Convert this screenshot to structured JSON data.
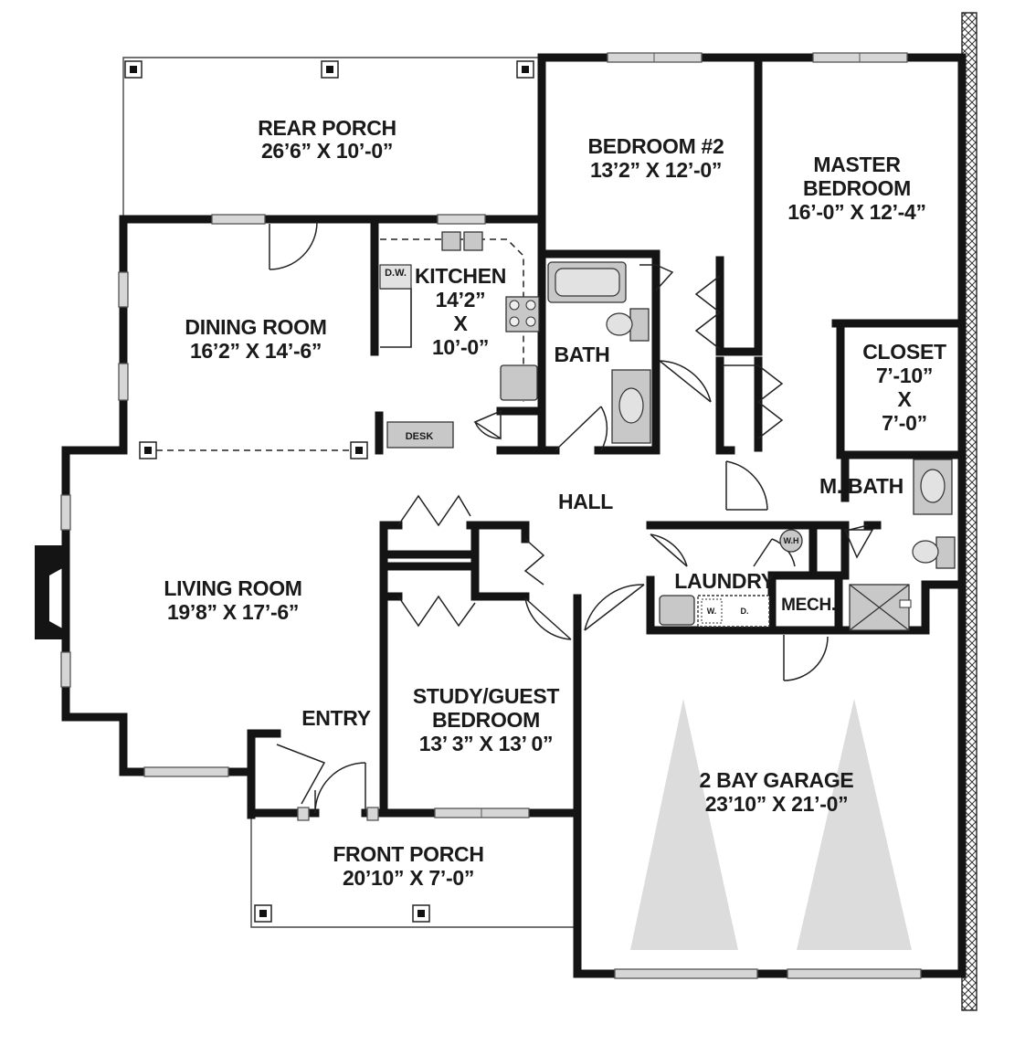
{
  "rooms": {
    "rear_porch": {
      "name": "REAR PORCH",
      "size": "26’6” X 10’-0”"
    },
    "bedroom2": {
      "name": "BEDROOM #2",
      "size": "13’2” X 12’-0”"
    },
    "master_bedroom": {
      "name1": "MASTER",
      "name2": "BEDROOM",
      "size": "16’-0” X 12’-4”"
    },
    "dining_room": {
      "name": "DINING ROOM",
      "size": "16’2” X 14’-6”"
    },
    "kitchen": {
      "name": "KITCHEN",
      "dim1": "14’2”",
      "x": "X",
      "dim2": "10’-0”"
    },
    "bath": {
      "name": "BATH"
    },
    "closet": {
      "name": "CLOSET",
      "dim1": "7’-10”",
      "x": "X",
      "dim2": "7’-0”"
    },
    "hall": {
      "name": "HALL"
    },
    "master_bath": {
      "name": "M. BATH"
    },
    "living_room": {
      "name": "LIVING ROOM",
      "size": "19’8” X 17’-6”"
    },
    "laundry": {
      "name": "LAUNDRY"
    },
    "mech": {
      "name": "MECH."
    },
    "entry": {
      "name": "ENTRY"
    },
    "study": {
      "name1": "STUDY/GUEST",
      "name2": "BEDROOM",
      "size": "13’ 3” X 13’ 0”"
    },
    "garage": {
      "name": "2 BAY GARAGE",
      "size": "23’10” X 21’-0”"
    },
    "front_porch": {
      "name": "FRONT PORCH",
      "size": "20’10” X 7’-0”"
    }
  },
  "fixtures": {
    "dishwasher": "D.W.",
    "desk": "DESK",
    "water_heater": "W.H",
    "washer": "W.",
    "dryer": "D."
  }
}
